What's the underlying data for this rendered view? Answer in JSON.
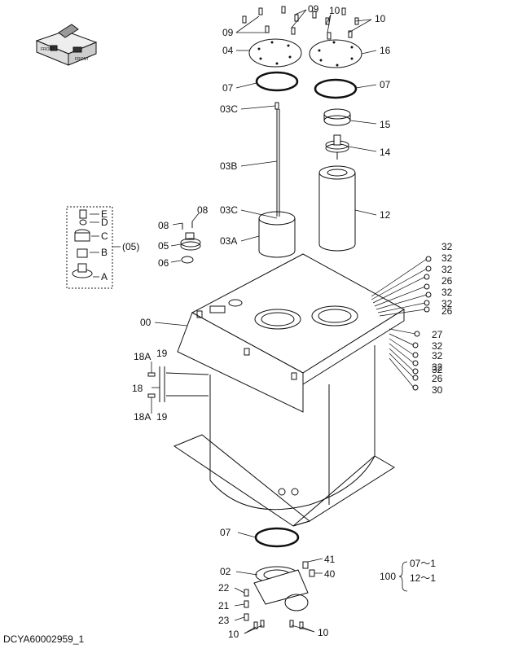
{
  "caption": "DCYA60002959_1",
  "labels": {
    "l09a": "09",
    "l09b": "09",
    "l10a": "10",
    "l10b": "10",
    "l04": "04",
    "l16": "16",
    "l07a": "07",
    "l07b": "07",
    "l03c": "03C",
    "l15": "15",
    "l14": "14",
    "l03b": "03B",
    "l12": "12",
    "l03cb": "03C",
    "l03a": "03A",
    "l08a": "08",
    "l08b": "08",
    "l05": "05",
    "l06": "06",
    "lE": "E",
    "lD": "D",
    "lC": "C",
    "lB": "B",
    "lA": "A",
    "l05g": "(05)",
    "l00": "00",
    "l18a1": "18A",
    "l19a": "19",
    "l18": "18",
    "l18a2": "18A",
    "l19b": "19",
    "r32a": "32",
    "r32b": "32",
    "r32c": "32",
    "r26a": "26",
    "r32d": "32",
    "r32e": "32",
    "r26b": "26",
    "r27": "27",
    "r32f": "32",
    "r32g": "32",
    "r32h": "32",
    "r32i": "32",
    "r26c": "26",
    "r30": "30",
    "l07c": "07",
    "l41": "41",
    "l02": "02",
    "l40": "40",
    "l22": "22",
    "l21": "21",
    "l23": "23",
    "l10c": "10",
    "l10d": "10",
    "l100": "100",
    "l100a": "07～1",
    "l100b": "12～1"
  }
}
